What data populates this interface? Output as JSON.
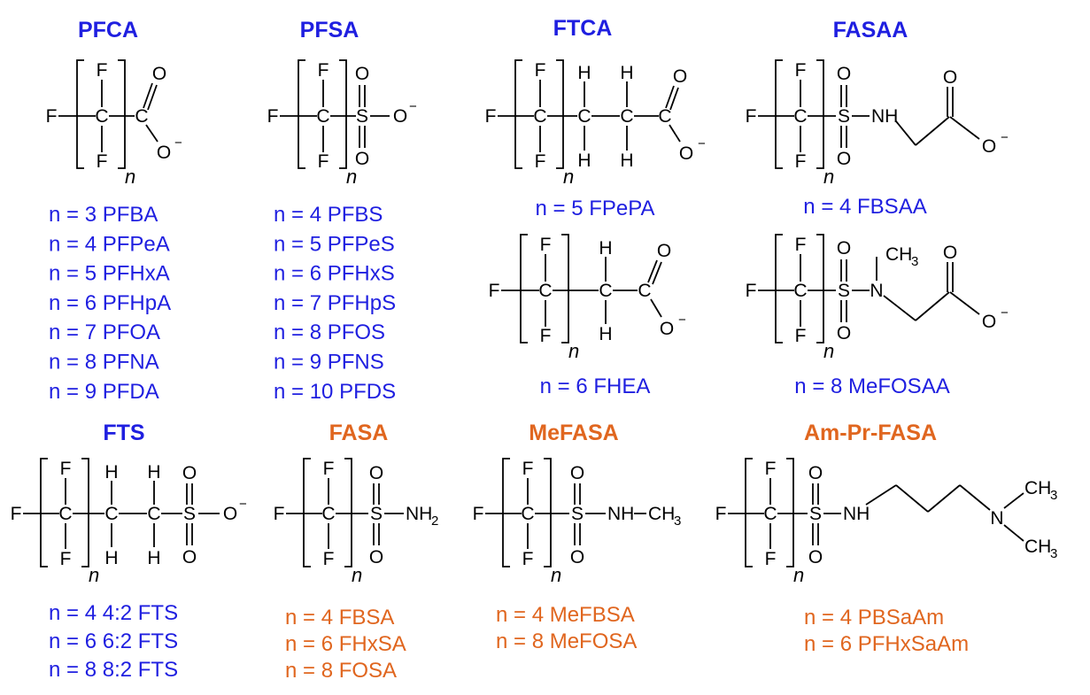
{
  "colors": {
    "blue": "#1f1fe0",
    "orange": "#e0661f",
    "structure": "#000000"
  },
  "atom_labels": {
    "F": "F",
    "C": "C",
    "O": "O",
    "S": "S",
    "H": "H",
    "N": "N",
    "NH": "NH",
    "NH2": "NH",
    "CH3": "CH",
    "sub2": "2",
    "sub3": "3",
    "minus": "−",
    "n": "n"
  },
  "classes": [
    {
      "id": "pfca",
      "title": "PFCA",
      "color": "blue",
      "members": [
        "n = 3 PFBA",
        "n = 4 PFPeA",
        "n = 5 PFHxA",
        "n = 6 PFHpA",
        "n = 7 PFOA",
        "n = 8 PFNA",
        "n = 9 PFDA"
      ]
    },
    {
      "id": "pfsa",
      "title": "PFSA",
      "color": "blue",
      "members": [
        "n = 4 PFBS",
        "n = 5 PFPeS",
        "n = 6 PFHxS",
        "n = 7 PFHpS",
        "n = 8 PFOS",
        "n = 9 PFNS",
        "n = 10 PFDS"
      ]
    },
    {
      "id": "ftca",
      "title": "FTCA",
      "color": "blue",
      "members": [
        "n = 5 FPePA",
        "n = 6 FHEA"
      ]
    },
    {
      "id": "fasaa",
      "title": "FASAA",
      "color": "blue",
      "members": [
        "n = 4 FBSAA",
        "n = 8 MeFOSAA"
      ]
    },
    {
      "id": "fts",
      "title": "FTS",
      "color": "blue",
      "members": [
        "n = 4 4:2 FTS",
        "n = 6 6:2 FTS",
        "n = 8 8:2 FTS"
      ]
    },
    {
      "id": "fasa",
      "title": "FASA",
      "color": "orange",
      "members": [
        "n = 4 FBSA",
        "n = 6 FHxSA",
        "n = 8 FOSA"
      ]
    },
    {
      "id": "mefasa",
      "title": "MeFASA",
      "color": "orange",
      "members": [
        "n = 4 MeFBSA",
        "n = 8 MeFOSA"
      ]
    },
    {
      "id": "amprfasa",
      "title": "Am-Pr-FASA",
      "color": "orange",
      "members": [
        "n = 4 PBSaAm",
        "n = 6 PFHxSaAm"
      ]
    }
  ]
}
